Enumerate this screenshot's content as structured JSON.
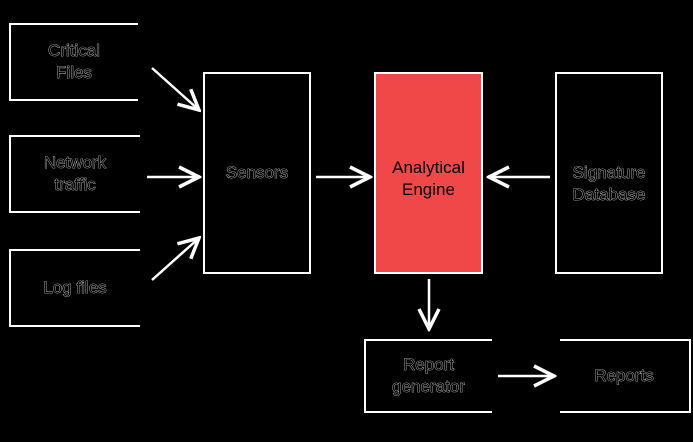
{
  "colors": {
    "background": "#000000",
    "stroke": "#ffffff",
    "engine_fill": "#f04848"
  },
  "nodes": {
    "critical_files": "Critical\nFiles",
    "network_traffic": "Network\ntraffic",
    "log_files": "Log files",
    "sensors": "Sensors",
    "analytical_engine": "Analytical\nEngine",
    "signature_database": "Signature\nDatabase",
    "report_generator": "Report\ngenerator",
    "reports": "Reports"
  }
}
